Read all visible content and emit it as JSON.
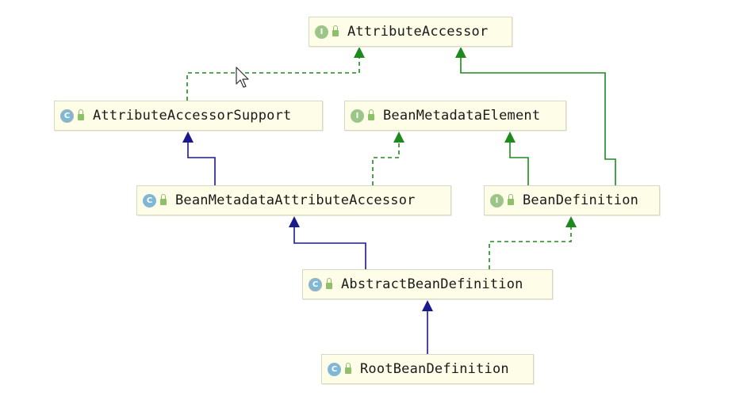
{
  "nodes": {
    "attribute_accessor": {
      "kind": "I",
      "kind_type": "interface",
      "name": "AttributeAccessor"
    },
    "attribute_accessor_support": {
      "kind": "C",
      "kind_type": "abstract",
      "name": "AttributeAccessorSupport"
    },
    "bean_metadata_element": {
      "kind": "I",
      "kind_type": "interface",
      "name": "BeanMetadataElement"
    },
    "bean_metadata_attribute_accessor": {
      "kind": "C",
      "kind_type": "class",
      "name": "BeanMetadataAttributeAccessor"
    },
    "bean_definition": {
      "kind": "I",
      "kind_type": "interface",
      "name": "BeanDefinition"
    },
    "abstract_bean_definition": {
      "kind": "C",
      "kind_type": "abstract",
      "name": "AbstractBeanDefinition"
    },
    "root_bean_definition": {
      "kind": "C",
      "kind_type": "class",
      "name": "RootBeanDefinition"
    }
  },
  "colors": {
    "extends": "#1a1a8c",
    "implements": "#1e8a1e",
    "interface_extends": "#1e8a1e",
    "node_bg": "#fdfde8"
  },
  "edges": [
    {
      "from": "attribute_accessor_support",
      "to": "attribute_accessor",
      "relation": "implements"
    },
    {
      "from": "bean_definition",
      "to": "attribute_accessor",
      "relation": "interface_extends"
    },
    {
      "from": "bean_metadata_attribute_accessor",
      "to": "attribute_accessor_support",
      "relation": "extends"
    },
    {
      "from": "bean_metadata_attribute_accessor",
      "to": "bean_metadata_element",
      "relation": "implements"
    },
    {
      "from": "bean_definition",
      "to": "bean_metadata_element",
      "relation": "interface_extends"
    },
    {
      "from": "abstract_bean_definition",
      "to": "bean_metadata_attribute_accessor",
      "relation": "extends"
    },
    {
      "from": "abstract_bean_definition",
      "to": "bean_definition",
      "relation": "implements"
    },
    {
      "from": "root_bean_definition",
      "to": "abstract_bean_definition",
      "relation": "extends"
    }
  ]
}
